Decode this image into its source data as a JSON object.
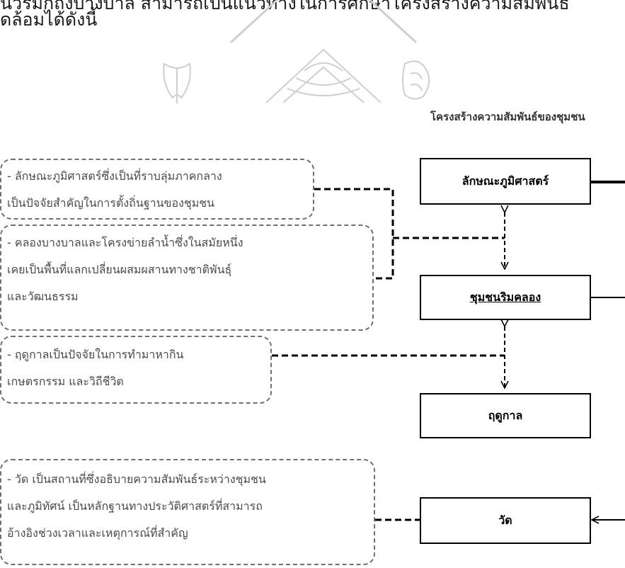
{
  "intro": {
    "line1": "นวรมกถงบางบาล สามารถเปนแนวทางในการศกษาโครงสรางความสมพนธ",
    "line2": "ดล้อมได้ดังนี้"
  },
  "heading": "โครงสร้างความสัมพันธ์ของชุมชน",
  "descriptions": {
    "geography": [
      "- ลักษณะภูมิศาสตร์ซึ่งเป็นที่ราบลุ่มภาคกลาง",
      "เป็นปัจจัยสำคัญในการตั้งถิ่นฐานของชุมชน"
    ],
    "canal": [
      "- คลองบางบาลและโครงข่ายลำน้ำซึ่งในสมัยหนึ่ง",
      "เคยเป็นพื้นที่แลกเปลี่ยนผสมผสานทางชาติพันธุ์",
      "และวัฒนธรรม"
    ],
    "season": [
      "- ฤดูกาลเป็นปัจจัยในการทำมาหากิน",
      "เกษตรกรรม และวิถีชีวิต"
    ],
    "temple": [
      "- วัด เป็นสถานที่ซึ่งอธิบายความสัมพันธ์ระหว่างชุมชน",
      "และภูมิทัศน์ เป็นหลักฐานทางประวัติศาสตร์ที่สามารถ",
      "อ้างอิงช่วงเวลาและเหตุการณ์ที่สำคัญ"
    ]
  },
  "nodes": {
    "geography": "ลักษณะภูมิศาสตร์",
    "community": "ชุมชนริมคลอง",
    "season": "ฤดูกาล",
    "temple": "วัด"
  },
  "colors": {
    "dashed_border": "#707070",
    "solid_border": "#000000",
    "watermark": "#cfcfcf",
    "description_text": "#4a4a4a"
  },
  "watermark_icon": "temple-crest-seal"
}
